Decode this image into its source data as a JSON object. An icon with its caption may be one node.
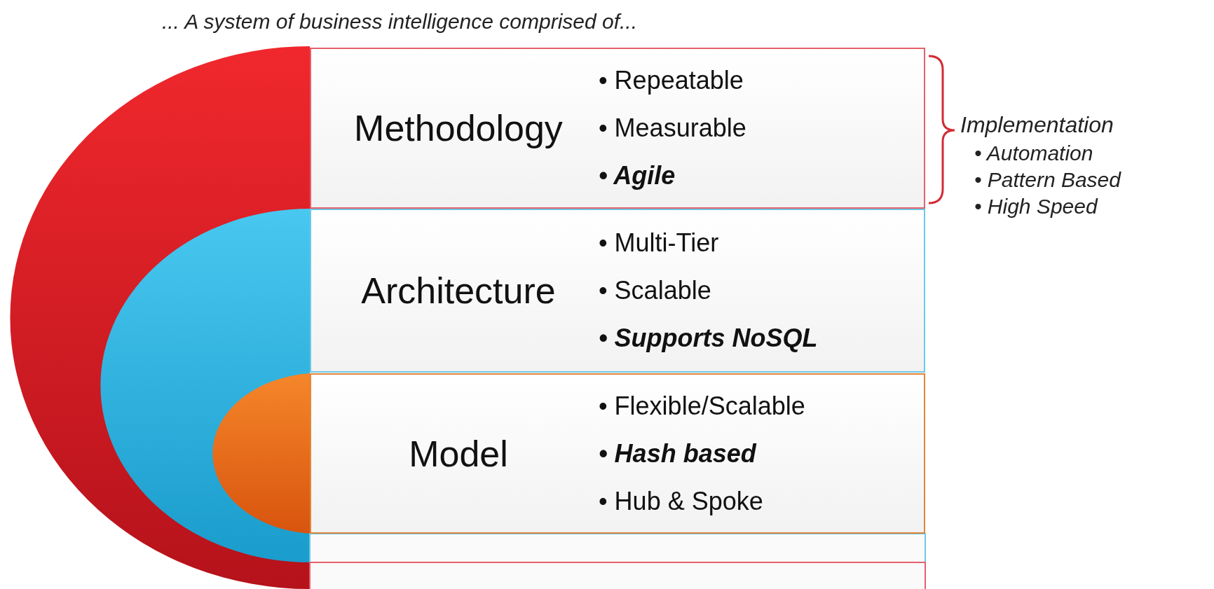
{
  "diagram": {
    "title": "... A system of business intelligence comprised of...",
    "nodes": [
      {
        "text": [
          "Methodology",
          "• Repeatable",
          "• Measurable",
          "• Agile"
        ]
      },
      {
        "text": [
          "Architecture",
          "• Multi-Tier",
          "• Scalable",
          "• Supports NoSQL"
        ]
      },
      {
        "text": [
          "Model",
          "• Flexible/Scalable",
          "• Hash based",
          "• Hub & Spoke"
        ]
      }
    ],
    "labels": [
      "Implementation",
      "• Automation",
      "• Pattern Based",
      "• High Speed"
    ]
  }
}
